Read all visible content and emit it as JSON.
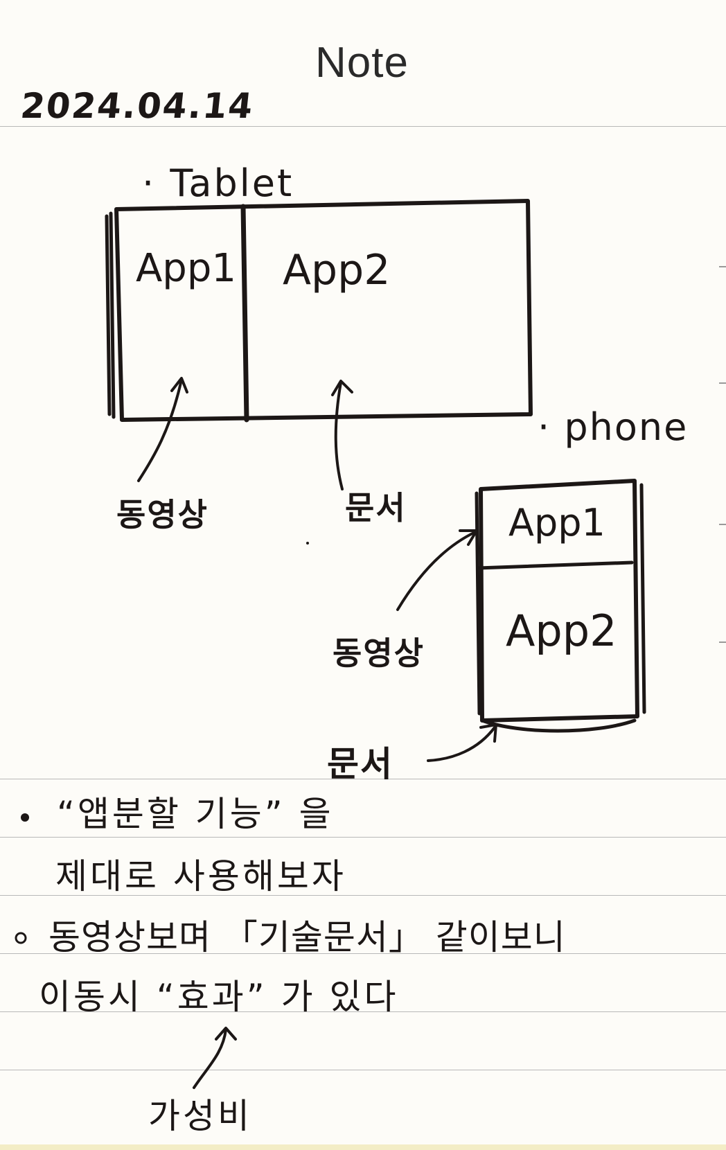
{
  "header": {
    "title": "Note",
    "date": "2024.04.14"
  },
  "tablet": {
    "label": "· Tablet",
    "pane_left": "App1",
    "pane_right": "App2",
    "annotation_left": "동영상",
    "annotation_right": "문서"
  },
  "phone": {
    "label": "· phone",
    "pane_top": "App1",
    "pane_bottom": "App2",
    "annotation_top": "동영상",
    "annotation_bottom": "문서"
  },
  "notes": {
    "line1": "“앱분할 기능” 을",
    "line2": "제대로 사용해보자",
    "line3": "동영상보며 「기술문서」 같이보니",
    "line4": "이동시 “효과” 가 있다",
    "annotation": "가성비"
  },
  "colors": {
    "ink": "#1c1716",
    "paper": "#fdfcf8",
    "rule": "#b8b8b8"
  }
}
